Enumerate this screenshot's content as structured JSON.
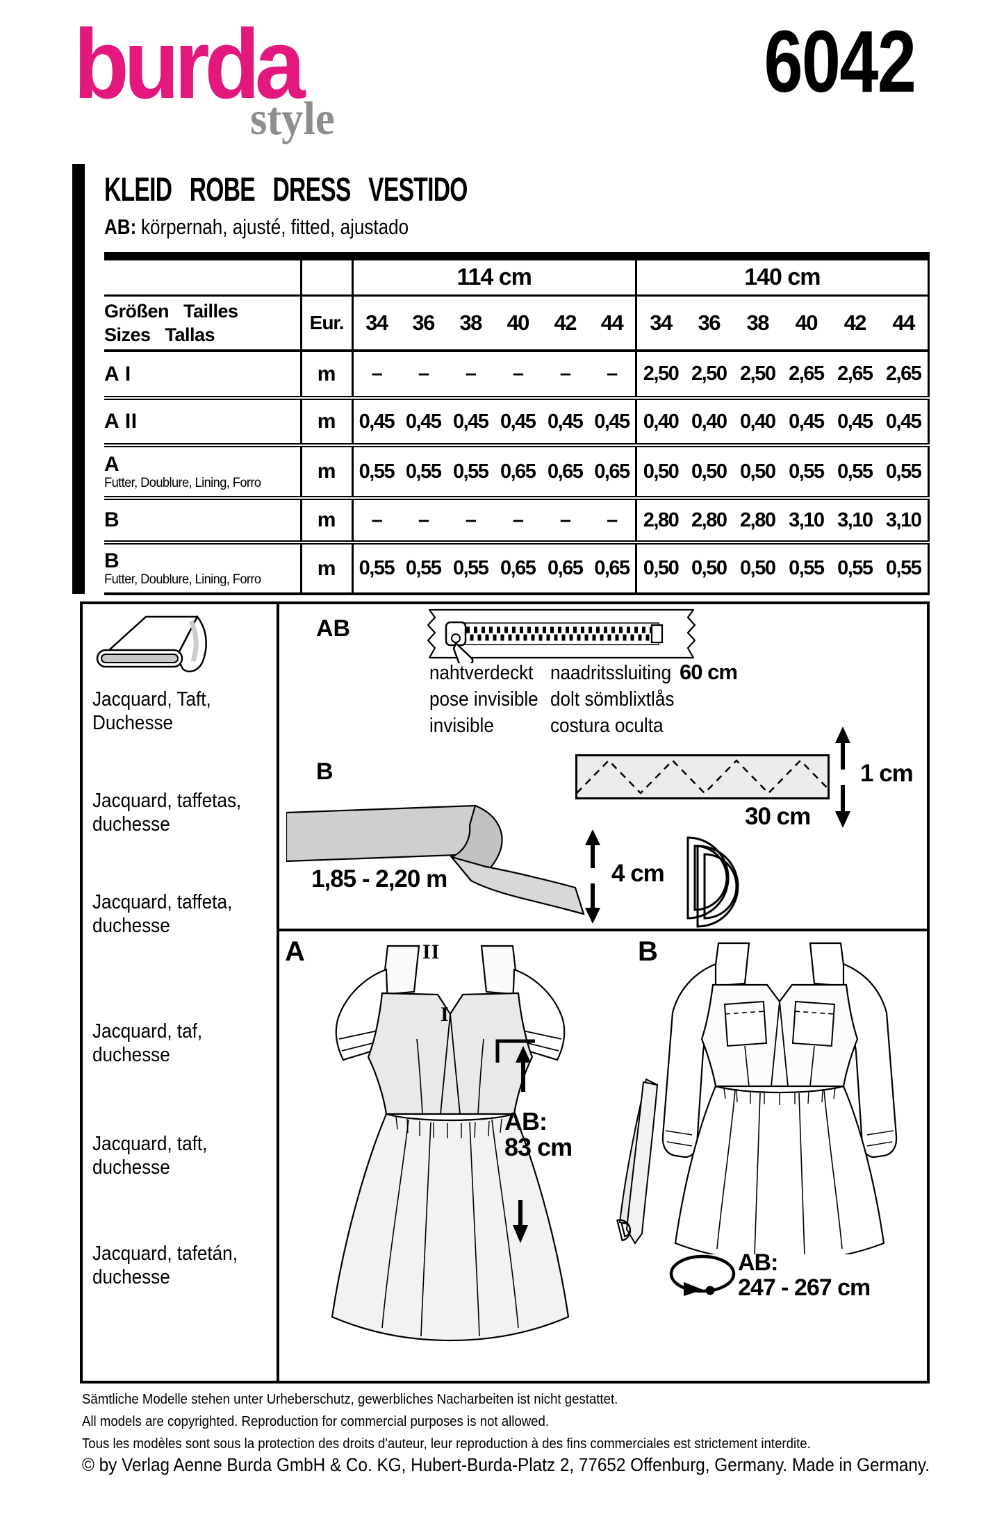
{
  "header": {
    "logo_main": "burda",
    "logo_sub": "style",
    "pattern_number": "6042",
    "title": "KLEID ROBE DRESS VESTIDO",
    "subtitle_bold": "AB:",
    "subtitle_rest": "körpernah, ajusté, fitted, ajustado"
  },
  "colors": {
    "brand_pink": "#e2187d",
    "logo_gray": "#8d8d8d"
  },
  "fabric_table": {
    "width_groups": [
      "114 cm",
      "140 cm"
    ],
    "corner_line1": "Größen Tailles",
    "corner_line2": "Sizes Tallas",
    "eur_label": "Eur.",
    "sizes": [
      "34",
      "36",
      "38",
      "40",
      "42",
      "44"
    ],
    "rows": [
      {
        "label": "A I",
        "sublabel": "",
        "unit": "m",
        "values": [
          "–",
          "–",
          "–",
          "–",
          "–",
          "–",
          "2,50",
          "2,50",
          "2,50",
          "2,65",
          "2,65",
          "2,65"
        ]
      },
      {
        "label": "A II",
        "sublabel": "",
        "unit": "m",
        "values": [
          "0,45",
          "0,45",
          "0,45",
          "0,45",
          "0,45",
          "0,45",
          "0,40",
          "0,40",
          "0,40",
          "0,45",
          "0,45",
          "0,45"
        ]
      },
      {
        "label": "A",
        "sublabel": "Futter, Doublure, Lining, Forro",
        "unit": "m",
        "values": [
          "0,55",
          "0,55",
          "0,55",
          "0,65",
          "0,65",
          "0,65",
          "0,50",
          "0,50",
          "0,50",
          "0,55",
          "0,55",
          "0,55"
        ]
      },
      {
        "label": "B",
        "sublabel": "",
        "unit": "m",
        "values": [
          "–",
          "–",
          "–",
          "–",
          "–",
          "–",
          "2,80",
          "2,80",
          "2,80",
          "3,10",
          "3,10",
          "3,10"
        ]
      },
      {
        "label": "B",
        "sublabel": "Futter, Doublure, Lining, Forro",
        "unit": "m",
        "values": [
          "0,55",
          "0,55",
          "0,55",
          "0,65",
          "0,65",
          "0,65",
          "0,50",
          "0,50",
          "0,50",
          "0,55",
          "0,55",
          "0,55"
        ]
      }
    ]
  },
  "fabric_recommendations": {
    "items": [
      {
        "line1": "Jacquard, Taft,",
        "line2": "Duchesse"
      },
      {
        "line1": "Jacquard, taffetas,",
        "line2": "duchesse"
      },
      {
        "line1": "Jacquard, taffeta,",
        "line2": "duchesse"
      },
      {
        "line1": "Jacquard, taf,",
        "line2": "duchesse"
      },
      {
        "line1": "Jacquard, taft,",
        "line2": "duchesse"
      },
      {
        "line1": "Jacquard, tafetán,",
        "line2": "duchesse"
      }
    ]
  },
  "notions": {
    "zipper_view_label": "AB",
    "zipper_col1": [
      "nahtverdeckt",
      "pose invisible",
      "invisible"
    ],
    "zipper_col2": [
      "naadritssluiting",
      "dolt sömblixtlås",
      "costura oculta"
    ],
    "zipper_length": "60 cm",
    "belt_view_label": "B",
    "interfacing_height": "1 cm",
    "interfacing_length": "30 cm",
    "ribbon_length": "1,85 - 2,20 m",
    "ribbon_width": "4 cm"
  },
  "views": {
    "view_a_label": "A",
    "view_b_label": "B",
    "roman_numeral_2": "II",
    "roman_numeral_1": "I",
    "back_length_label": "AB:",
    "back_length_value": "83 cm",
    "hem_width_label": "AB:",
    "hem_width_value": "247 - 267 cm"
  },
  "footer": {
    "line_de": "Sämtliche Modelle stehen unter Urheberschutz, gewerbliches Nacharbeiten ist nicht gestattet.",
    "line_en": "All models are copyrighted. Reproduction for commercial purposes is not allowed.",
    "line_fr": "Tous les modèles sont sous la protection des droits d'auteur, leur reproduction à des fins commerciales est strictement interdite.",
    "line_copyright": "© by Verlag Aenne Burda GmbH & Co. KG, Hubert-Burda-Platz 2, 77652 Offenburg, Germany. Made in Germany."
  }
}
